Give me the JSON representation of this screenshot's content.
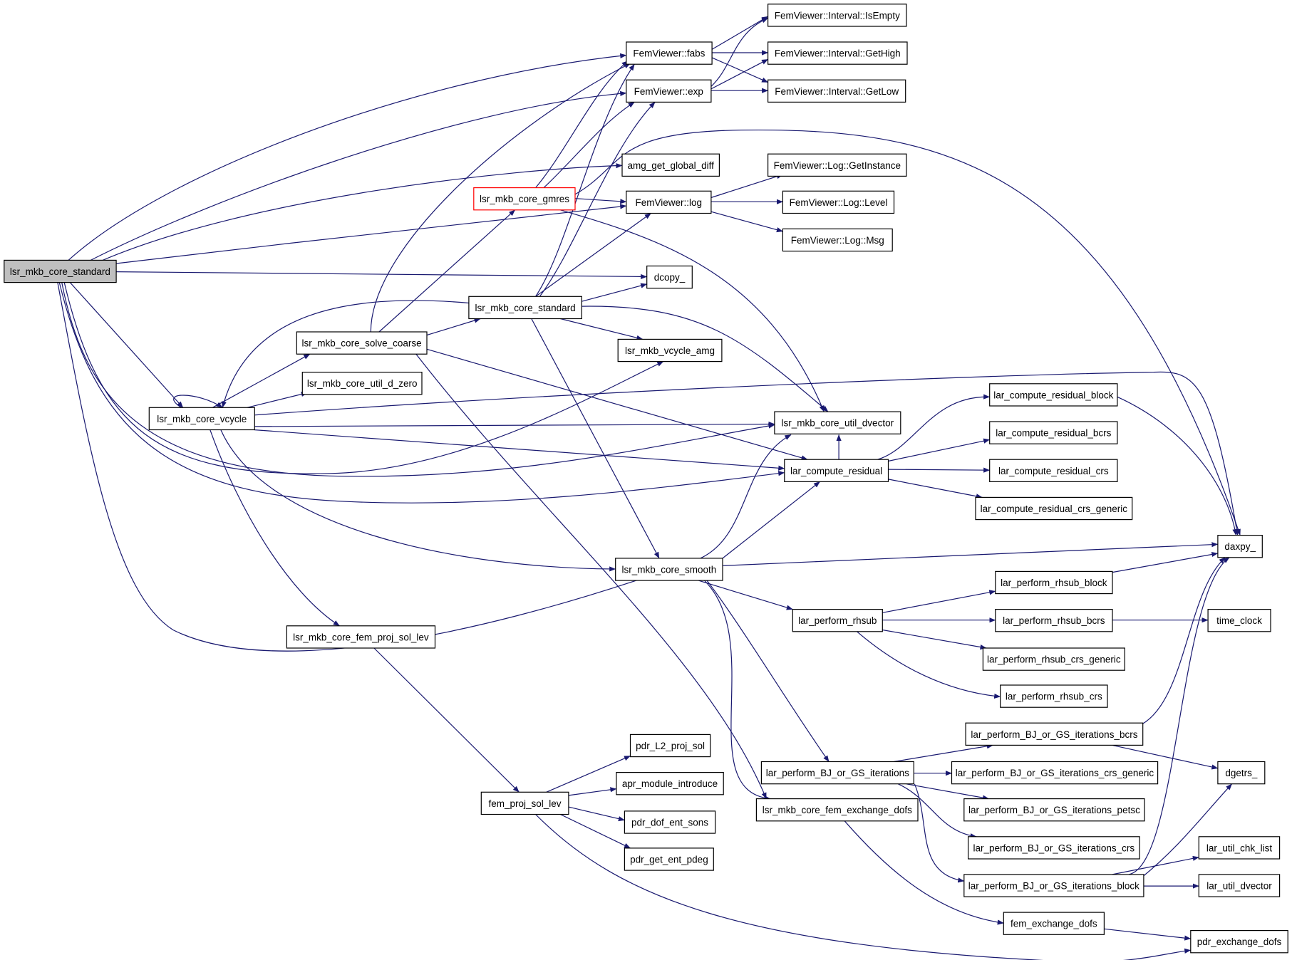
{
  "graph": {
    "type": "call-graph",
    "colors": {
      "edge": "#191970",
      "node_border": "#000000",
      "root_fill": "#bfbfbf",
      "truncated_border": "#ff0000",
      "background": "#ffffff"
    },
    "nodes": [
      {
        "id": "root",
        "label": "lsr_mkb_core_standard",
        "kind": "root"
      },
      {
        "id": "fabs",
        "label": "FemViewer::fabs"
      },
      {
        "id": "exp",
        "label": "FemViewer::exp"
      },
      {
        "id": "isempty",
        "label": "FemViewer::Interval::IsEmpty"
      },
      {
        "id": "gethigh",
        "label": "FemViewer::Interval::GetHigh"
      },
      {
        "id": "getlow",
        "label": "FemViewer::Interval::GetLow"
      },
      {
        "id": "amg_diff",
        "label": "amg_get_global_diff"
      },
      {
        "id": "gmres",
        "label": "lsr_mkb_core_gmres",
        "kind": "truncated"
      },
      {
        "id": "log",
        "label": "FemViewer::log"
      },
      {
        "id": "getinst",
        "label": "FemViewer::Log::GetInstance"
      },
      {
        "id": "level",
        "label": "FemViewer::Log::Level"
      },
      {
        "id": "msg",
        "label": "FemViewer::Log::Msg"
      },
      {
        "id": "dcopy",
        "label": "dcopy_"
      },
      {
        "id": "std2",
        "label": "lsr_mkb_core_standard"
      },
      {
        "id": "solvec",
        "label": "lsr_mkb_core_solve_coarse"
      },
      {
        "id": "vamg",
        "label": "lsr_mkb_vcycle_amg"
      },
      {
        "id": "dzero",
        "label": "lsr_mkb_core_util_d_zero"
      },
      {
        "id": "vcycle",
        "label": "lsr_mkb_core_vcycle"
      },
      {
        "id": "dvector",
        "label": "lsr_mkb_core_util_dvector"
      },
      {
        "id": "crb",
        "label": "lar_compute_residual_block"
      },
      {
        "id": "crbcrs",
        "label": "lar_compute_residual_bcrs"
      },
      {
        "id": "cr",
        "label": "lar_compute_residual"
      },
      {
        "id": "crcrs",
        "label": "lar_compute_residual_crs"
      },
      {
        "id": "crgen",
        "label": "lar_compute_residual_crs_generic"
      },
      {
        "id": "daxpy",
        "label": "daxpy_"
      },
      {
        "id": "smooth",
        "label": "lsr_mkb_core_smooth"
      },
      {
        "id": "rsblock",
        "label": "lar_perform_rhsub_block"
      },
      {
        "id": "rhsub",
        "label": "lar_perform_rhsub"
      },
      {
        "id": "rsbcrs",
        "label": "lar_perform_rhsub_bcrs"
      },
      {
        "id": "timeclock",
        "label": "time_clock"
      },
      {
        "id": "rsgen",
        "label": "lar_perform_rhsub_crs_generic"
      },
      {
        "id": "rscrs",
        "label": "lar_perform_rhsub_crs"
      },
      {
        "id": "projlev",
        "label": "lsr_mkb_core_fem_proj_sol_lev"
      },
      {
        "id": "bjbcrs",
        "label": "lar_perform_BJ_or_GS_iterations_bcrs"
      },
      {
        "id": "pdrl2",
        "label": "pdr_L2_proj_sol"
      },
      {
        "id": "bjgs",
        "label": "lar_perform_BJ_or_GS_iterations"
      },
      {
        "id": "bjgen",
        "label": "lar_perform_BJ_or_GS_iterations_crs_generic"
      },
      {
        "id": "dgetrs",
        "label": "dgetrs_"
      },
      {
        "id": "aprmod",
        "label": "apr_module_introduce"
      },
      {
        "id": "femproj",
        "label": "fem_proj_sol_lev"
      },
      {
        "id": "exdofs",
        "label": "lsr_mkb_core_fem_exchange_dofs"
      },
      {
        "id": "bjpetsc",
        "label": "lar_perform_BJ_or_GS_iterations_petsc"
      },
      {
        "id": "pdrsons",
        "label": "pdr_dof_ent_sons"
      },
      {
        "id": "bjcrs",
        "label": "lar_perform_BJ_or_GS_iterations_crs"
      },
      {
        "id": "chklist",
        "label": "lar_util_chk_list"
      },
      {
        "id": "pdrpdeg",
        "label": "pdr_get_ent_pdeg"
      },
      {
        "id": "bjblock",
        "label": "lar_perform_BJ_or_GS_iterations_block"
      },
      {
        "id": "udvec",
        "label": "lar_util_dvector"
      },
      {
        "id": "femex",
        "label": "fem_exchange_dofs"
      },
      {
        "id": "pdrex",
        "label": "pdr_exchange_dofs"
      }
    ],
    "edges": [
      [
        "root",
        "fabs"
      ],
      [
        "root",
        "exp"
      ],
      [
        "root",
        "amg_diff"
      ],
      [
        "root",
        "log"
      ],
      [
        "root",
        "dcopy"
      ],
      [
        "root",
        "vcycle"
      ],
      [
        "root",
        "dvector"
      ],
      [
        "root",
        "cr"
      ],
      [
        "root",
        "smooth"
      ],
      [
        "root",
        "vamg"
      ],
      [
        "fabs",
        "isempty"
      ],
      [
        "fabs",
        "gethigh"
      ],
      [
        "fabs",
        "getlow"
      ],
      [
        "exp",
        "isempty"
      ],
      [
        "exp",
        "gethigh"
      ],
      [
        "exp",
        "getlow"
      ],
      [
        "gmres",
        "fabs"
      ],
      [
        "gmres",
        "exp"
      ],
      [
        "gmres",
        "log"
      ],
      [
        "gmres",
        "daxpy"
      ],
      [
        "gmres",
        "dvector"
      ],
      [
        "log",
        "getinst"
      ],
      [
        "log",
        "level"
      ],
      [
        "log",
        "msg"
      ],
      [
        "std2",
        "fabs"
      ],
      [
        "std2",
        "exp"
      ],
      [
        "std2",
        "log"
      ],
      [
        "std2",
        "dcopy"
      ],
      [
        "std2",
        "vamg"
      ],
      [
        "std2",
        "dvector"
      ],
      [
        "std2",
        "vcycle"
      ],
      [
        "std2",
        "smooth"
      ],
      [
        "solvec",
        "fabs"
      ],
      [
        "solvec",
        "gmres"
      ],
      [
        "solvec",
        "std2"
      ],
      [
        "solvec",
        "cr"
      ],
      [
        "solvec",
        "exdofs"
      ],
      [
        "vcycle",
        "vcycle"
      ],
      [
        "vcycle",
        "solvec"
      ],
      [
        "vcycle",
        "dzero"
      ],
      [
        "vcycle",
        "daxpy"
      ],
      [
        "vcycle",
        "dvector"
      ],
      [
        "vcycle",
        "cr"
      ],
      [
        "vcycle",
        "smooth"
      ],
      [
        "vcycle",
        "projlev"
      ],
      [
        "cr",
        "crb"
      ],
      [
        "cr",
        "crbcrs"
      ],
      [
        "cr",
        "crcrs"
      ],
      [
        "cr",
        "crgen"
      ],
      [
        "cr",
        "dvector"
      ],
      [
        "crb",
        "daxpy"
      ],
      [
        "smooth",
        "daxpy"
      ],
      [
        "smooth",
        "cr"
      ],
      [
        "smooth",
        "dvector"
      ],
      [
        "smooth",
        "rhsub"
      ],
      [
        "smooth",
        "bjgs"
      ],
      [
        "smooth",
        "exdofs"
      ],
      [
        "rhsub",
        "rsblock"
      ],
      [
        "rhsub",
        "rsbcrs"
      ],
      [
        "rhsub",
        "rsgen"
      ],
      [
        "rhsub",
        "rscrs"
      ],
      [
        "rsblock",
        "daxpy"
      ],
      [
        "rsbcrs",
        "timeclock"
      ],
      [
        "projlev",
        "femproj"
      ],
      [
        "femproj",
        "pdrl2"
      ],
      [
        "femproj",
        "aprmod"
      ],
      [
        "femproj",
        "pdrsons"
      ],
      [
        "femproj",
        "pdrpdeg"
      ],
      [
        "femproj",
        "pdrex"
      ],
      [
        "bjgs",
        "bjbcrs"
      ],
      [
        "bjgs",
        "bjgen"
      ],
      [
        "bjgs",
        "bjpetsc"
      ],
      [
        "bjgs",
        "bjcrs"
      ],
      [
        "bjgs",
        "bjblock"
      ],
      [
        "bjbcrs",
        "daxpy"
      ],
      [
        "bjbcrs",
        "dgetrs"
      ],
      [
        "bjblock",
        "daxpy"
      ],
      [
        "bjblock",
        "dgetrs"
      ],
      [
        "bjblock",
        "chklist"
      ],
      [
        "bjblock",
        "udvec"
      ],
      [
        "exdofs",
        "femex"
      ],
      [
        "femex",
        "pdrex"
      ]
    ]
  }
}
